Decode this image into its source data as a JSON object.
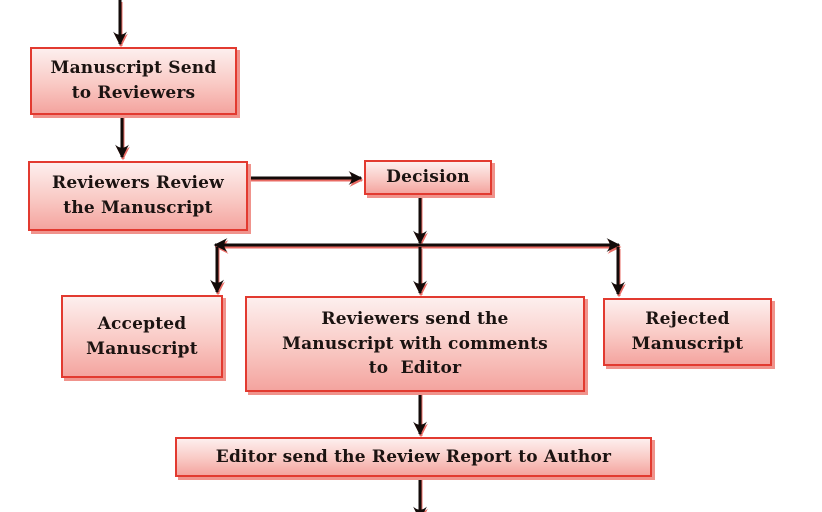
{
  "diagram": {
    "type": "flowchart",
    "subject": "Manuscript peer review process"
  },
  "colors": {
    "node-border": "#e23a30",
    "node-fill-top": "#fdefee",
    "node-fill-mid": "#f9c9c4",
    "node-fill-bottom": "#f4a49f",
    "node-shadow": "#f0938c",
    "arrow": "#130b09",
    "arrow-shadow": "#e23a30",
    "text": "#1b1311",
    "background": "#ffffff"
  },
  "nodes": {
    "manuscript_send": {
      "label": "Manuscript Send\nto Reviewers"
    },
    "reviewers_review": {
      "label": "Reviewers Review\nthe Manuscript"
    },
    "decision": {
      "label": "Decision"
    },
    "accepted": {
      "label": "Accepted\nManuscript"
    },
    "reviewers_send": {
      "label": "Reviewers send the\nManuscript with comments\nto  Editor"
    },
    "rejected": {
      "label": "Rejected\nManuscript"
    },
    "editor_report": {
      "label": "Editor send the Review Report to Author"
    }
  }
}
